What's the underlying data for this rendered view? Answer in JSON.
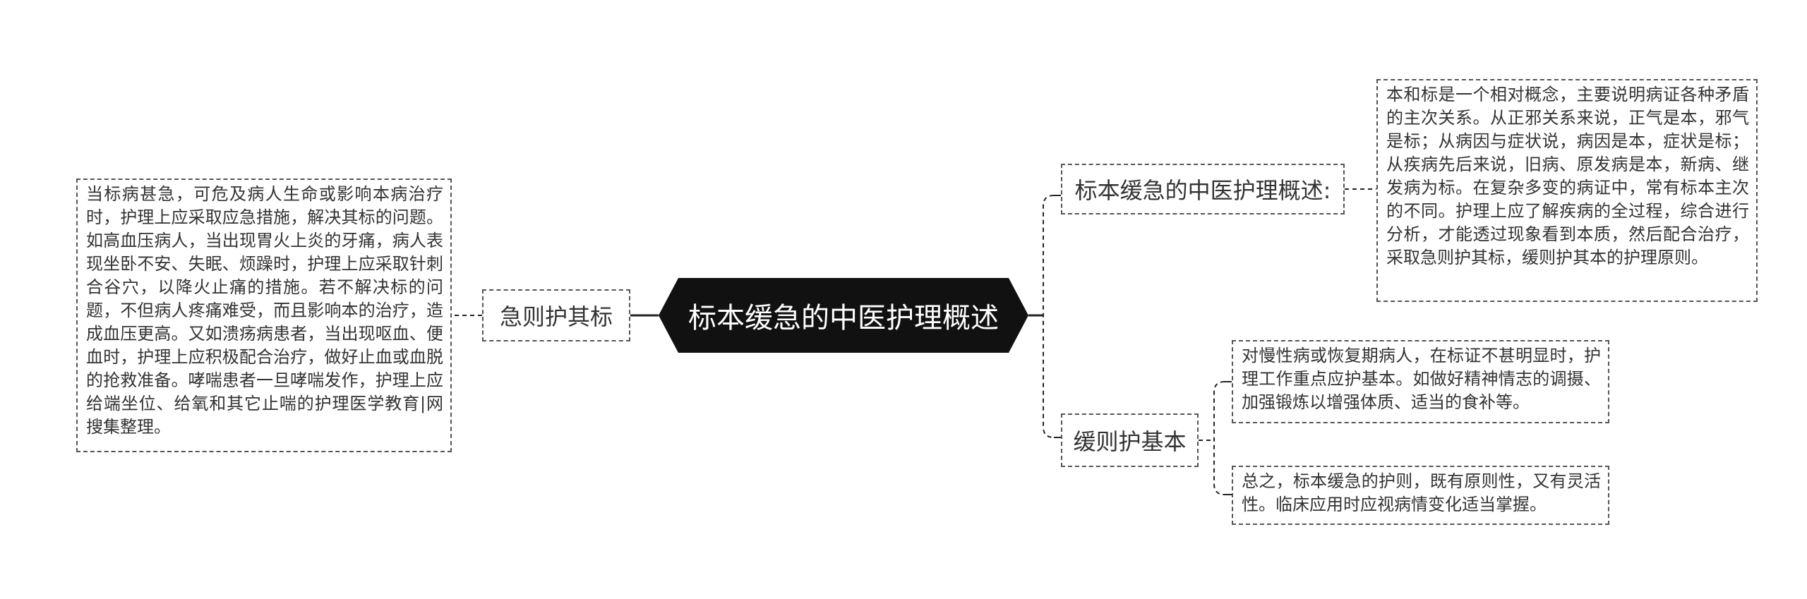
{
  "mindmap": {
    "root": {
      "label": "标本缓急的中医护理概述",
      "fill": "#111111"
    },
    "left_branch": {
      "label": "急则护其标",
      "detail": "当标病甚急，可危及病人生命或影响本病治疗时，护理上应采取应急措施，解决其标的问题。如高血压病人，当出现胃火上炎的牙痛，病人表现坐卧不安、失眠、烦躁时，护理上应采取针刺合谷穴，以降火止痛的措施。若不解决标的问题，不但病人疼痛难受，而且影响本的治疗，造成血压更高。又如溃疡病患者，当出现呕血、便血时，护理上应积极配合治疗，做好止血或血脱的抢救准备。哮喘患者一旦哮喘发作，护理上应给端坐位、给氧和其它止喘的护理医学教育|网搜集整理。"
    },
    "right_branches": [
      {
        "label": "标本缓急的中医护理概述:",
        "details": [
          "本和标是一个相对概念，主要说明病证各种矛盾的主次关系。从正邪关系来说，正气是本，邪气是标；从病因与症状说，病因是本，症状是标；从疾病先后来说，旧病、原发病是本，新病、继发病为标。在复杂多变的病证中，常有标本主次的不同。护理上应了解疾病的全过程，综合进行分析，才能透过现象看到本质，然后配合治疗，采取急则护其标，缓则护其本的护理原则。"
        ]
      },
      {
        "label": "缓则护基本",
        "details": [
          "对慢性病或恢复期病人，在标证不甚明显时，护理工作重点应护基本。如做好精神情志的调摄、加强锻炼以增强体质、适当的食补等。",
          "总之，标本缓急的护则，既有原则性，又有灵活性。临床应用时应视病情变化适当掌握。"
        ]
      }
    ],
    "colors": {
      "line": "#222222",
      "border": "#555555",
      "text": "#333333"
    }
  }
}
